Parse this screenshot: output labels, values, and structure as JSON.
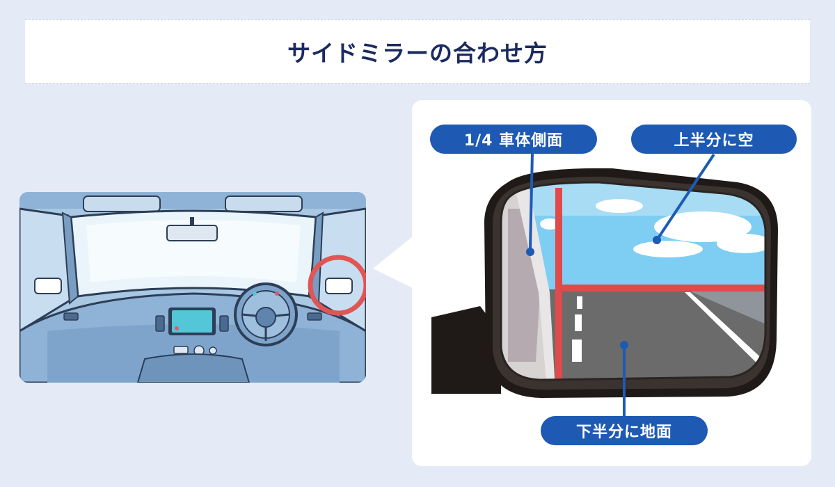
{
  "title": "サイドミラーの合わせ方",
  "labels": {
    "body_quarter": "1/4 車体側面",
    "upper_sky": "上半分に空",
    "lower_ground": "下半分に地面"
  },
  "colors": {
    "background": "#e4eaf6",
    "title_text": "#1b2a5e",
    "label_bg": "#1e5ab4",
    "guide_red": "#e04a4a",
    "highlight_ring": "#e05555"
  },
  "icons": {
    "car_interior": "car-dashboard-illustration",
    "side_mirror": "side-mirror-illustration"
  }
}
